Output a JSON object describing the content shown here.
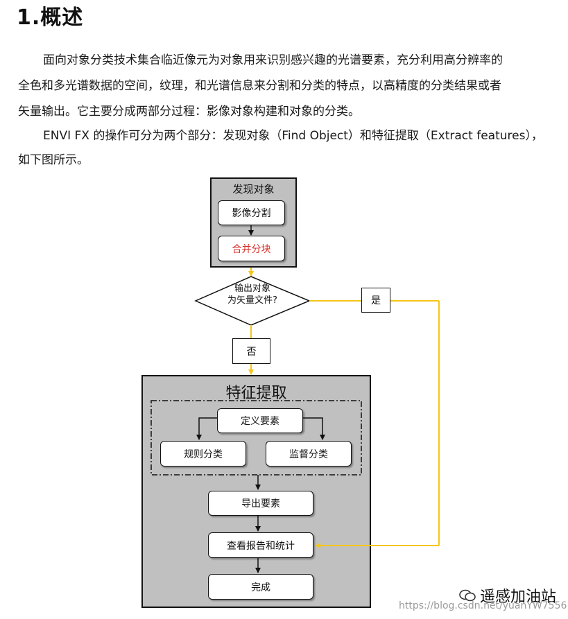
{
  "heading": "1.概述",
  "paragraph1": {
    "line1": "面向对象分类技术集合临近像元为对象用来识别感兴趣的光谱要素，充分利用高分辨率的",
    "line2": "全色和多光谱数据的空间，纹理，和光谱信息来分割和分类的特点，以高精度的分类结果或者",
    "line3": "矢量输出。它主要分成两部分过程：影像对象构建和对象的分类。"
  },
  "paragraph2": {
    "line1": "ENVI FX 的操作可分为两个部分：发现对象（Find Object）和特征提取（Extract features），",
    "line2": "如下图所示。"
  },
  "flowchart": {
    "find_object": {
      "title": "发现对象",
      "step1": "影像分割",
      "step2": "合并分块"
    },
    "decision": {
      "line1": "输出对象",
      "line2": "为矢量文件?"
    },
    "yes_label": "是",
    "no_label": "否",
    "feature_extraction": {
      "title": "特征提取",
      "define": "定义要素",
      "rule_class": "规则分类",
      "supervised_class": "监督分类",
      "export": "导出要素",
      "report": "查看报告和统计",
      "done": "完成"
    },
    "colors": {
      "yellow": "#f5c518",
      "red_text": "#d9302a",
      "gray_fill": "#c0c0c0"
    }
  },
  "watermark": {
    "brand": "遥感加油站",
    "url": "https://blog.csdn.net/yuanYW7556"
  }
}
